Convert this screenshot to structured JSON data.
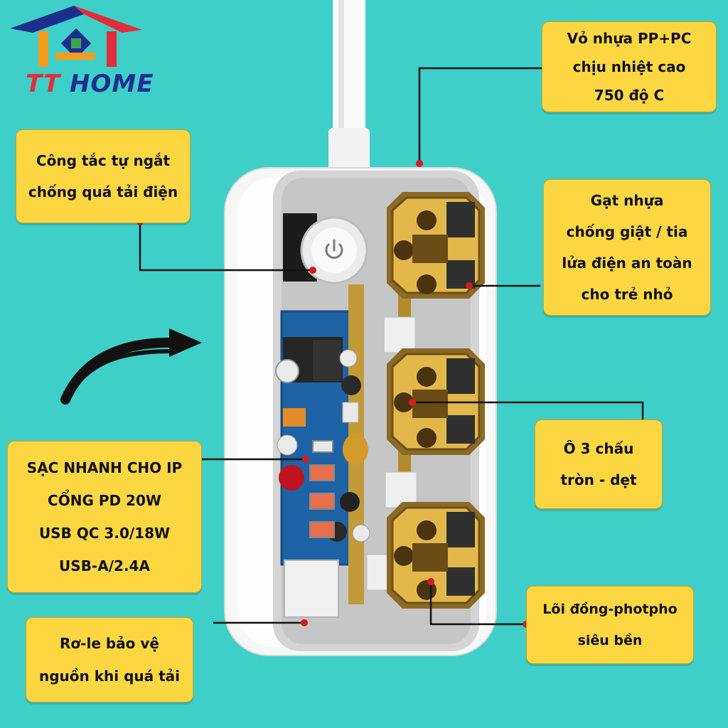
{
  "brand": {
    "logo_text_prefix": "TT",
    "logo_text": "HOME",
    "colors": {
      "blue": "#1c2f8f",
      "red": "#e32d3a",
      "orange": "#f49b1c",
      "green": "#3aa94a"
    }
  },
  "colors": {
    "background": "#3ecfc9",
    "callout_fill": "#fdd742",
    "pin": "#d81b20",
    "gold": "#d8ac3a"
  },
  "product": {
    "switch_icon": "power-icon"
  },
  "callouts": {
    "shell": {
      "lines": [
        "Vỏ nhựa PP+PC",
        "chịu nhiệt cao",
        "750 độ C"
      ]
    },
    "switch": {
      "lines": [
        "Công tắc tự ngắt",
        "chống quá tải điện"
      ]
    },
    "shutter": {
      "lines": [
        "Gạt nhựa",
        "chống giật / tia",
        "lửa điện an toàn",
        "cho trẻ nhỏ"
      ]
    },
    "usb": {
      "lines": [
        "SẠC NHANH CHO IP",
        "CỔNG PD 20W",
        "USB QC 3.0/18W",
        "USB-A/2.4A"
      ]
    },
    "socket": {
      "lines": [
        "Ô 3 chấu",
        "tròn - dẹt"
      ]
    },
    "core": {
      "lines": [
        "Lõi đồng-photpho",
        "siêu bền"
      ]
    },
    "relay": {
      "lines": [
        "Rơ-le bảo vệ",
        "nguồn khi quá tải"
      ]
    }
  }
}
